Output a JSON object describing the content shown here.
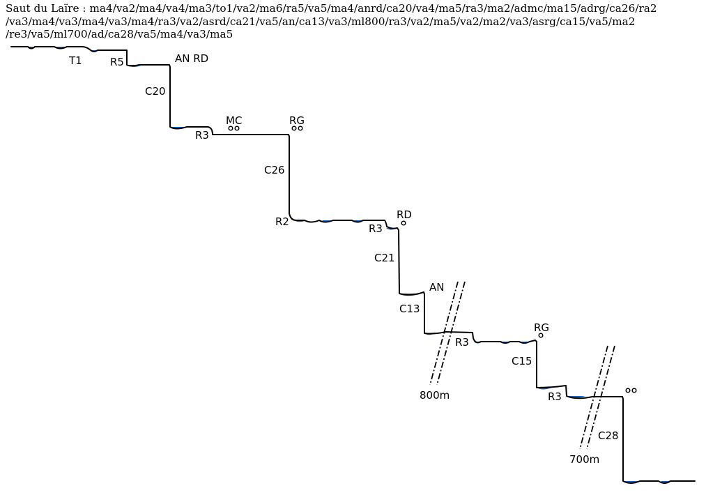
{
  "caption": {
    "lines": [
      "Saut du Laïre : ma4/va2/ma4/va4/ma3/to1/va2/ma6/ra5/va5/ma4/anrd/ca20/va4/ma5/ra3/ma2/admc/ma15/adrg/ca26/ra2",
      "/va3/ma4/va3/ma4/va3/ma4/ra3/va2/asrd/ca21/va5/an/ca13/va3/ml800/ra3/va2/ma5/va2/ma2/va3/asrg/ca15/va5/ma2",
      "/re3/va5/ml700/ad/ca28/va5/ma4/va3/ma5"
    ]
  },
  "profile": {
    "labels": {
      "t1": "T1",
      "r5": "R5",
      "anrd": "AN RD",
      "c20": "C20",
      "r3_a": "R3",
      "mc": "MC",
      "rg_a": "RG",
      "c26": "C26",
      "r2": "R2",
      "r3_b": "R3",
      "rd": "RD",
      "c21": "C21",
      "an": "AN",
      "c13": "C13",
      "r3_c": "R3",
      "m800": "800m",
      "rg_b": "RG",
      "c15": "C15",
      "r3_d": "R3",
      "c28": "C28",
      "m700": "700m"
    }
  }
}
